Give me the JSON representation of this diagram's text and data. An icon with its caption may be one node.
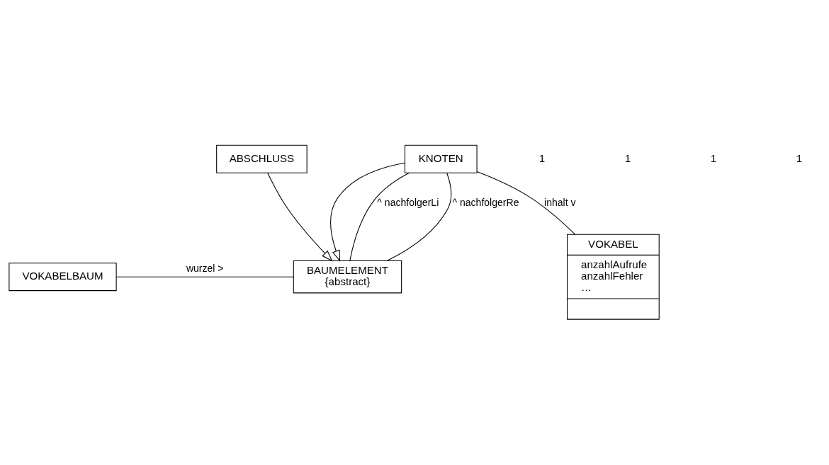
{
  "diagram": {
    "nodes": [
      {
        "text": [
          "VOKABELBAUM"
        ]
      },
      {
        "text": [
          "BAUMELEMENT",
          "{abstract}"
        ]
      },
      {
        "text": [
          "ABSCHLUSS"
        ]
      },
      {
        "text": [
          "KNOTEN"
        ]
      },
      {
        "text": [
          "VOKABEL",
          "anzahlAufrufe anzahlFehler …"
        ]
      }
    ],
    "edges": [
      {
        "from": 0,
        "to": 1,
        "arrow": "none",
        "label": "wurzel >"
      },
      {
        "from": 2,
        "to": 1,
        "arrow": "to"
      },
      {
        "from": 3,
        "to": 1,
        "arrow": "to"
      },
      {
        "from": 3,
        "to": 1,
        "arrow": "none",
        "label": "^ nachfolgerLi"
      },
      {
        "from": 3,
        "to": 1,
        "arrow": "none",
        "label": "^ nachfolgerRe"
      },
      {
        "from": 3,
        "to": 4,
        "arrow": "none",
        "label": "inhalt v"
      }
    ],
    "labels": [
      "1",
      "1",
      "1",
      "1"
    ]
  }
}
